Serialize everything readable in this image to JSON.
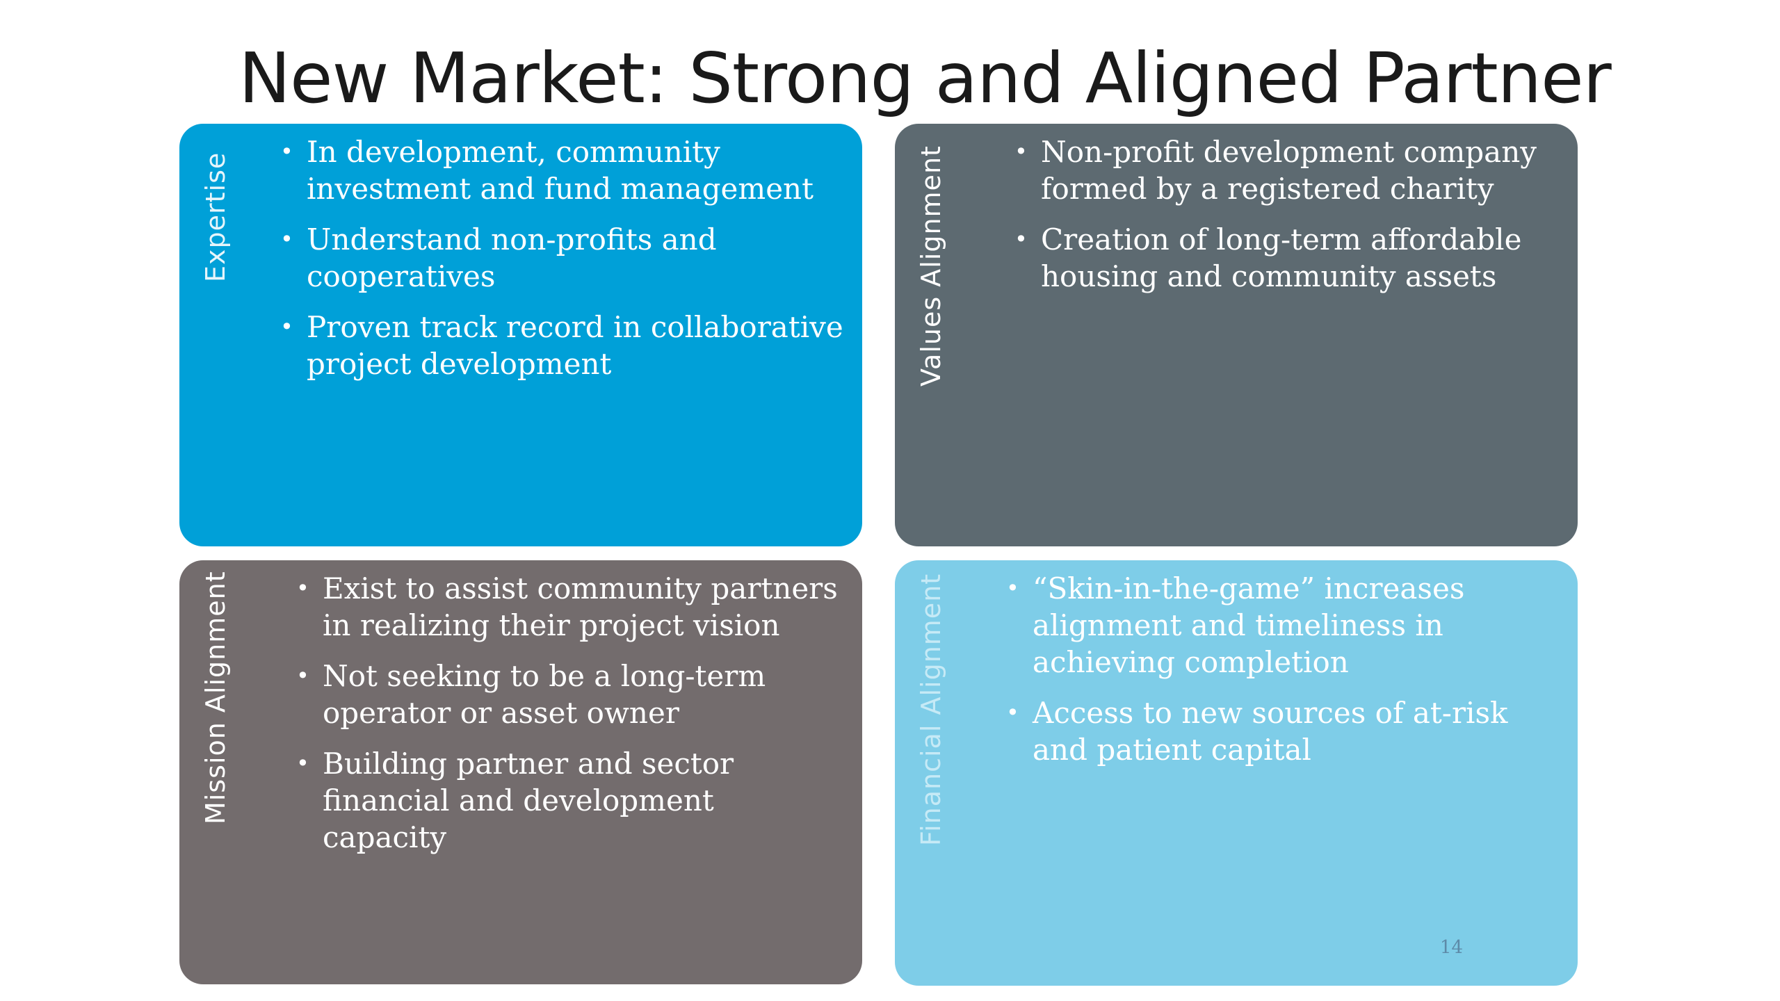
{
  "slide": {
    "title": "New Market: Strong and Aligned Partner",
    "number": "14"
  },
  "panels": [
    {
      "label": "Expertise",
      "color": "#00a0d8",
      "label_color": "#e6f5fb",
      "bullets": [
        "In development, community investment and fund management",
        "Understand non-profits and cooperatives",
        "Proven track record in collaborative project development"
      ]
    },
    {
      "label": "Values Alignment",
      "color": "#5d6a71",
      "label_color": "#ffffff",
      "bullets": [
        "Non-profit development company formed by a registered charity",
        "Creation of long-term affordable housing and community assets"
      ]
    },
    {
      "label": "Mission Alignment",
      "color": "#736c6d",
      "label_color": "#ffffff",
      "bullets": [
        "Exist to assist community partners in realizing their project vision",
        "Not seeking to be a long-term operator or asset owner",
        "Building partner and sector financial and development capacity"
      ]
    },
    {
      "label": "Financial Alignment",
      "color": "#7ecde8",
      "label_color": "#c6eaf6",
      "bullets": [
        "“Skin-in-the-game” increases alignment and timeliness in achieving completion",
        "Access to new sources of at-risk and patient capital"
      ]
    }
  ]
}
